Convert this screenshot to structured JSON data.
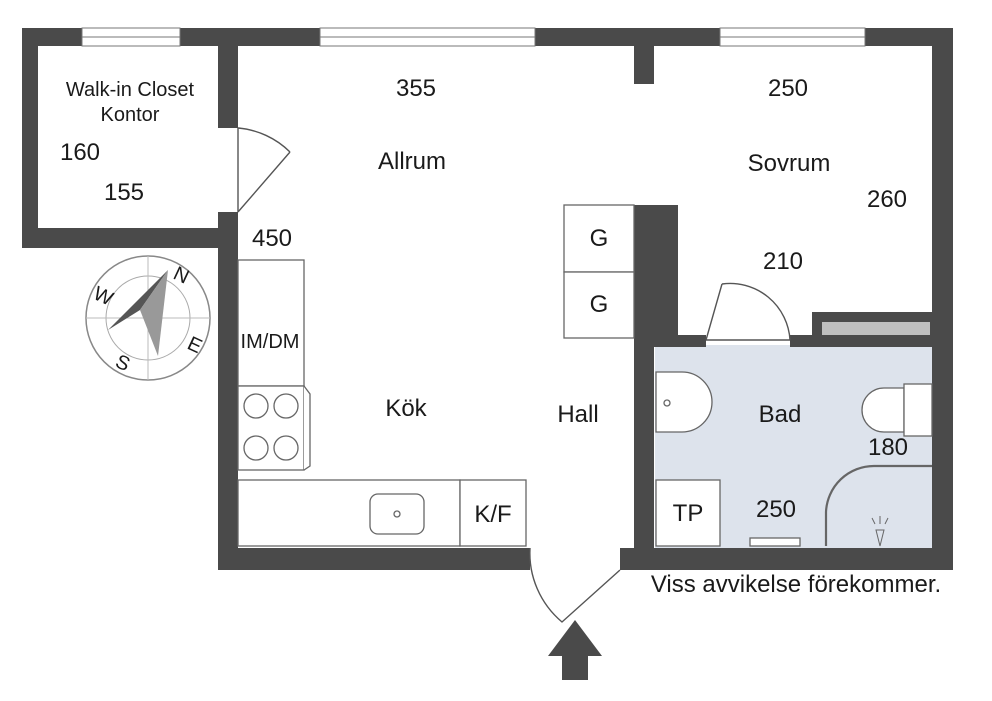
{
  "rooms": {
    "closet_line1": "Walk-in Closet",
    "closet_line2": "Kontor",
    "allrum": "Allrum",
    "sovrum": "Sovrum",
    "kok": "Kök",
    "hall": "Hall",
    "bad": "Bad"
  },
  "dimensions": {
    "closet_width": "160",
    "closet_depth": "155",
    "allrum_width": "355",
    "allrum_depth": "450",
    "sovrum_width": "250",
    "sovrum_depth": "260",
    "sovrum_inner": "210",
    "bad_depth": "180",
    "bad_width": "250"
  },
  "fixtures": {
    "wardrobe_1": "G",
    "wardrobe_2": "G",
    "dishwasher": "IM/DM",
    "fridge_freezer": "K/F",
    "washer": "TP"
  },
  "compass": {
    "north": "N",
    "east": "E",
    "south": "S",
    "west": "W"
  },
  "disclaimer": "Viss avvikelse förekommer.",
  "colors": {
    "wall": "#4a4a4a",
    "bathroom_floor": "#dde3ec",
    "line": "#555555"
  }
}
